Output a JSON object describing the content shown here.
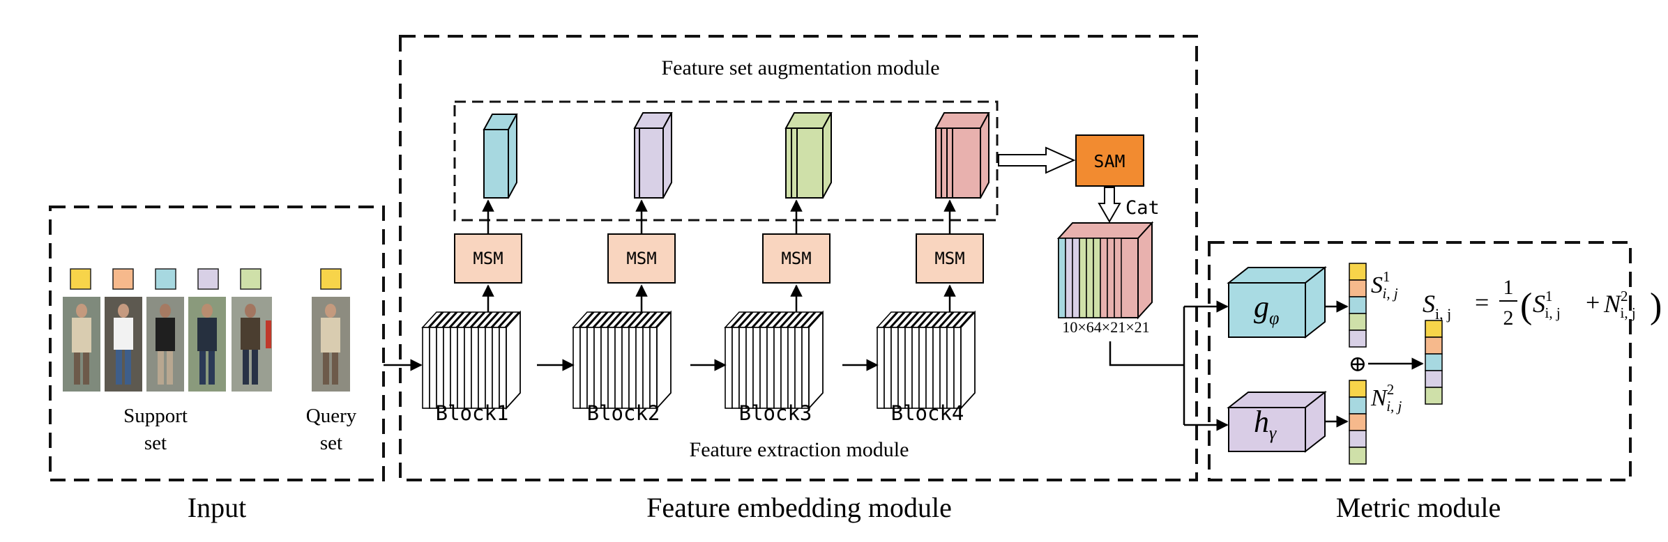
{
  "input": {
    "title": "Input",
    "support_label_1": "Support",
    "support_label_2": "set",
    "query_label_1": "Query",
    "query_label_2": "set"
  },
  "embedding": {
    "title": "Feature embedding module",
    "augmentation_title": "Feature set augmentation module",
    "extraction_title": "Feature extraction module",
    "blocks": [
      "Block1",
      "Block2",
      "Block3",
      "Block4"
    ],
    "msm_label": "MSM",
    "sam_label": "SAM",
    "cat_label": "Cat",
    "tensor_size": "10×64×21×21"
  },
  "metric": {
    "title": "Metric module",
    "g_label": "g",
    "g_sub": "φ",
    "h_label": "h",
    "h_sub": "γ",
    "s_label": "S",
    "s_sup": "1",
    "s_sub": "i, j",
    "n_label": "N",
    "n_sup": "2",
    "n_sub": "i, j",
    "plus": "⊕",
    "formula_lhs": "S",
    "formula_lhs_sub": "i, j",
    "formula_eq": "=",
    "formula_num": "1",
    "formula_den": "2",
    "formula_open": "(",
    "formula_s": "S",
    "formula_s_sup": "1",
    "formula_s_sub": "i, j",
    "formula_plus": "+",
    "formula_n": "N",
    "formula_n_sup": "2",
    "formula_n_sub": "i, j",
    "formula_close": ")"
  },
  "colors": {
    "yellow": "#f7d44a",
    "orange": "#f6b98c",
    "blue": "#a7d8e0",
    "purple": "#d8d0e6",
    "green": "#cfe0a9",
    "pink": "#e8b1ae",
    "msm": "#f9d5bf",
    "sam": "#f28b30",
    "g_box": "#a9dbe3",
    "h_box": "#d9cde6"
  }
}
